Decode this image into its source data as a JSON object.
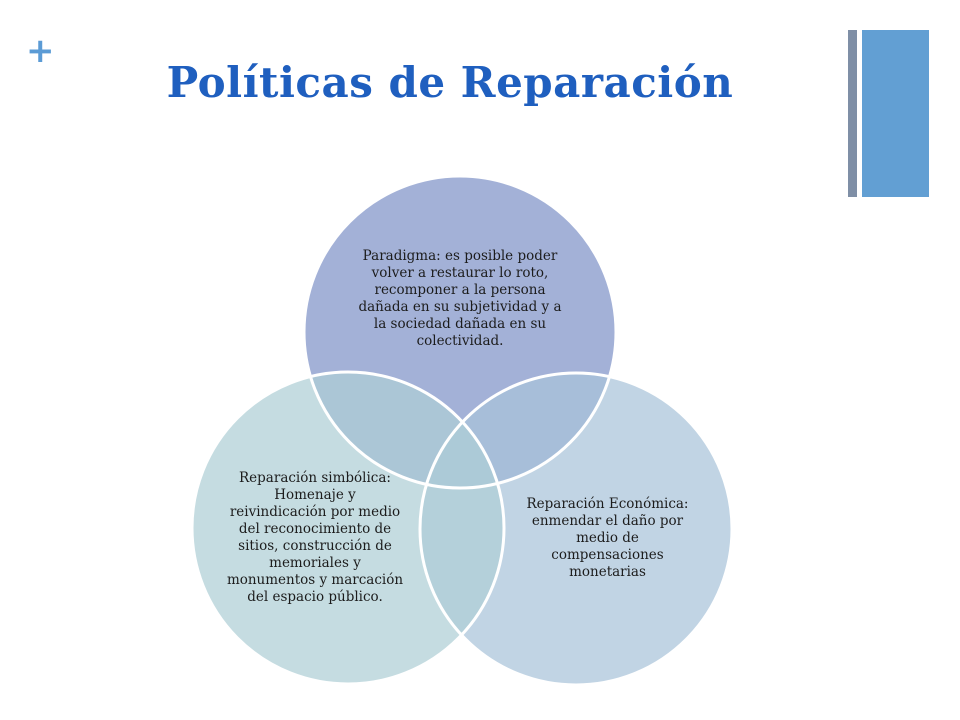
{
  "slide": {
    "title": "Políticas de Reparación",
    "decoration": "+"
  },
  "colors": {
    "title": "#1f5fbf",
    "plus": "#5b9bd5",
    "bar_thin": "#7f8fa6",
    "bar_wide": "#629fd3",
    "circle_top": "#a3b1d7",
    "circle_left": "#aecfd6",
    "circle_right": "#a9c3d9"
  },
  "venn": {
    "top": {
      "text": "Paradigma: es posible poder\nvolver a restaurar lo roto,\nrecomponer a la persona\ndañada en su subjetividad y a\nla sociedad dañada en su\ncolectividad."
    },
    "left": {
      "text": "Reparación simbólica:\nHomenaje y\nreivindicación por medio\ndel reconocimiento de\nsitios, construcción de\nmemoriales y\nmonumentos y marcación\ndel espacio público."
    },
    "right": {
      "text": "Reparación Económica:\nenmendar el daño por\nmedio de\ncompensaciones\nmonetarias"
    }
  }
}
